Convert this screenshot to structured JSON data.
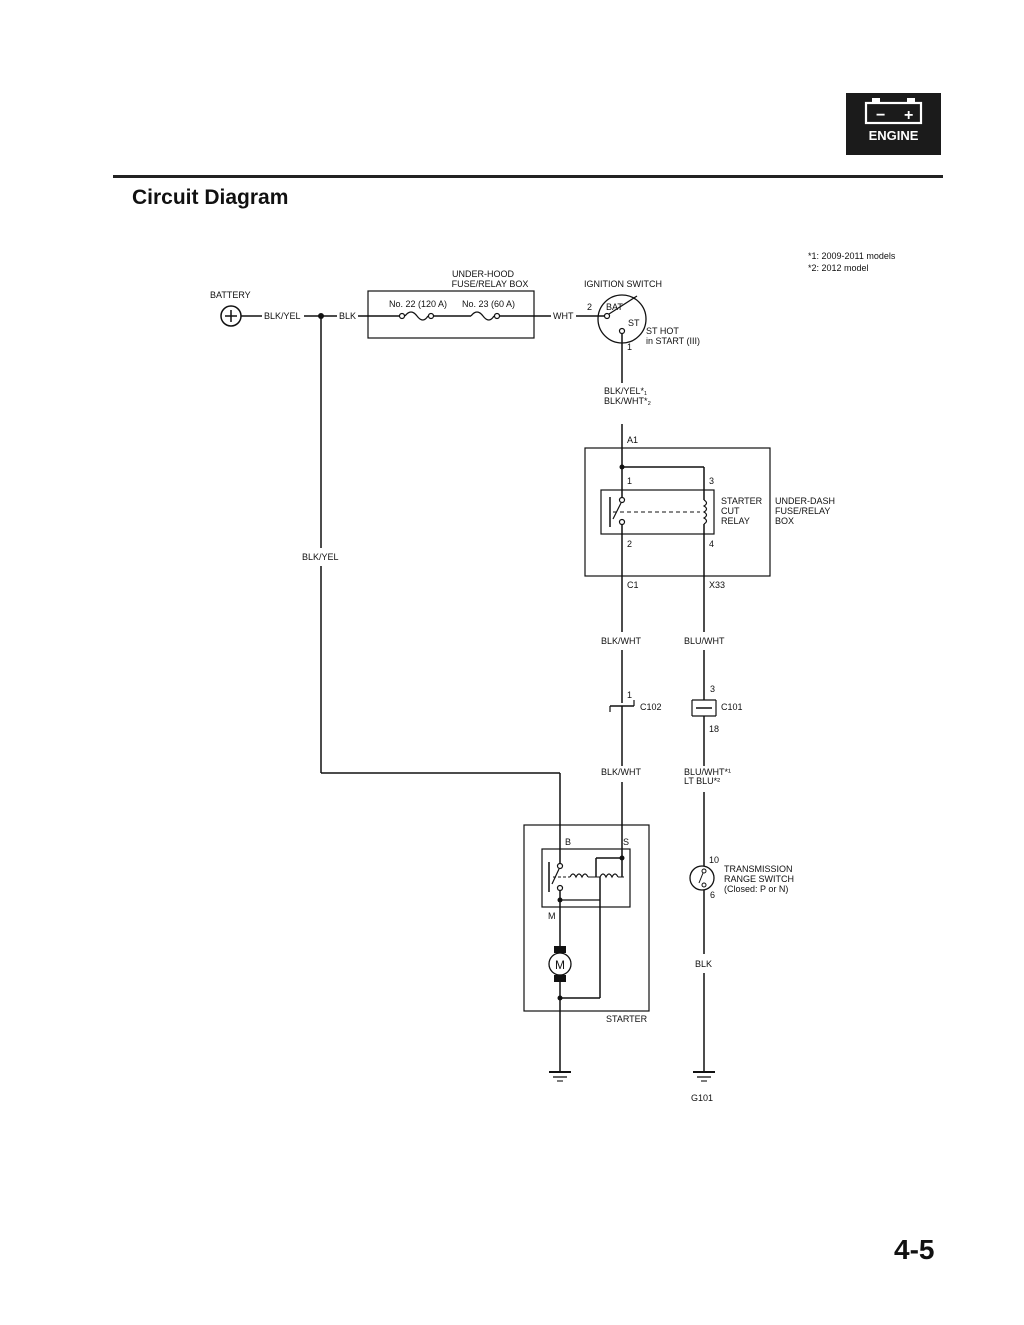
{
  "header": {
    "badge_label": "ENGINE",
    "badge_minus": "−",
    "badge_plus": "+",
    "badge_icon": "battery-icon",
    "section_title": "Circuit Diagram",
    "page_number": "4-5"
  },
  "notes": {
    "note1": "*1: 2009-2011 models",
    "note2": "*2: 2012 model"
  },
  "battery": {
    "label": "BATTERY",
    "wire1": "BLK/YEL",
    "wire2": "BLK"
  },
  "fuse_box": {
    "title1": "UNDER-HOOD",
    "title2": "FUSE/RELAY BOX",
    "fuse1": "No. 22 (120 A)",
    "fuse2": "No. 23 (60 A)",
    "out_wire": "WHT"
  },
  "ignition": {
    "title": "IGNITION SWITCH",
    "pin_in": "2",
    "bat": "BAT",
    "st": "ST",
    "pin_out": "1",
    "hot1": "ST HOT",
    "hot2": "in START (III)"
  },
  "wires": {
    "w1a": "BLK/YEL*₁",
    "w1b": "BLK/WHT*₂",
    "left_run": "BLK/YEL",
    "c1_wire": "BLK/WHT",
    "x33_wire": "BLU/WHT",
    "c102_wire": "BLK/WHT",
    "range_a": "BLU/WHT*¹",
    "range_b": "LT BLU*²",
    "ground_wire": "BLK"
  },
  "relay": {
    "connector_in": "A1",
    "pin1": "1",
    "pin3": "3",
    "pin2": "2",
    "pin4": "4",
    "name1": "STARTER",
    "name2": "CUT",
    "name3": "RELAY",
    "box1": "UNDER-DASH",
    "box2": "FUSE/RELAY",
    "box3": "BOX",
    "conn_c1": "C1",
    "conn_x33": "X33"
  },
  "connectors": {
    "c102_pin": "1",
    "c102": "C102",
    "c101_pin_top": "3",
    "c101": "C101",
    "c101_pin_bot": "18"
  },
  "starter": {
    "b": "B",
    "s": "S",
    "m": "M",
    "motor": "M",
    "label": "STARTER"
  },
  "range_switch": {
    "pin_top": "10",
    "pin_bot": "6",
    "name1": "TRANSMISSION",
    "name2": "RANGE SWITCH",
    "name3": "(Closed: P or N)"
  },
  "ground": {
    "label": "G101"
  }
}
